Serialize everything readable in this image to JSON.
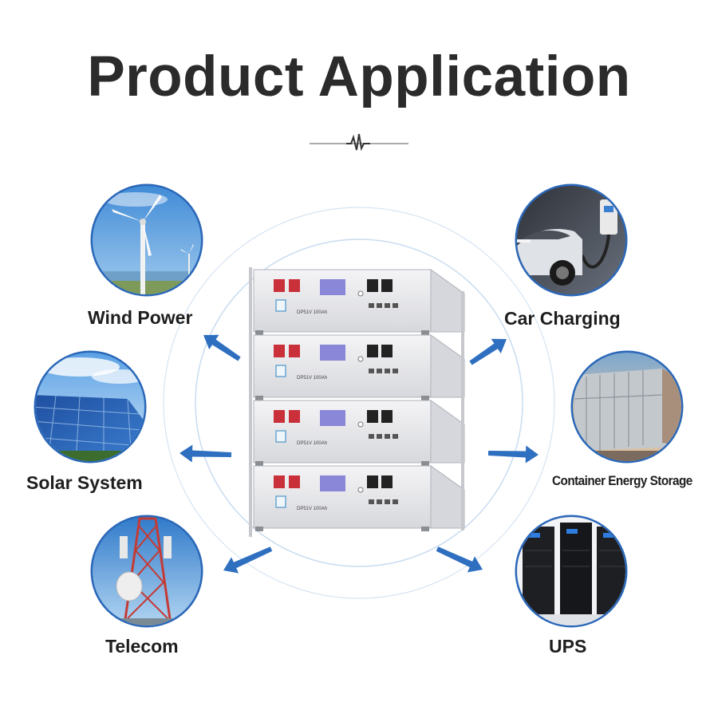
{
  "title": "Product Application",
  "product": {
    "model_label": "DP51V 100Ah"
  },
  "applications": [
    {
      "id": "wind",
      "label": "Wind Power",
      "icon": "wind-turbine-icon"
    },
    {
      "id": "car",
      "label": "Car Charging",
      "icon": "ev-charger-icon"
    },
    {
      "id": "solar",
      "label": "Solar System",
      "icon": "solar-panel-icon"
    },
    {
      "id": "container",
      "label": "Container Energy Storage",
      "icon": "container-icon"
    },
    {
      "id": "telecom",
      "label": "Telecom",
      "icon": "telecom-tower-icon"
    },
    {
      "id": "ups",
      "label": "UPS",
      "icon": "server-cabinet-icon"
    }
  ],
  "colors": {
    "arrow": "#2f6fc0",
    "circle_border": "#2a67b8",
    "terminal_red": "#c9303a",
    "terminal_black": "#222222",
    "display": "#8a86d8"
  }
}
